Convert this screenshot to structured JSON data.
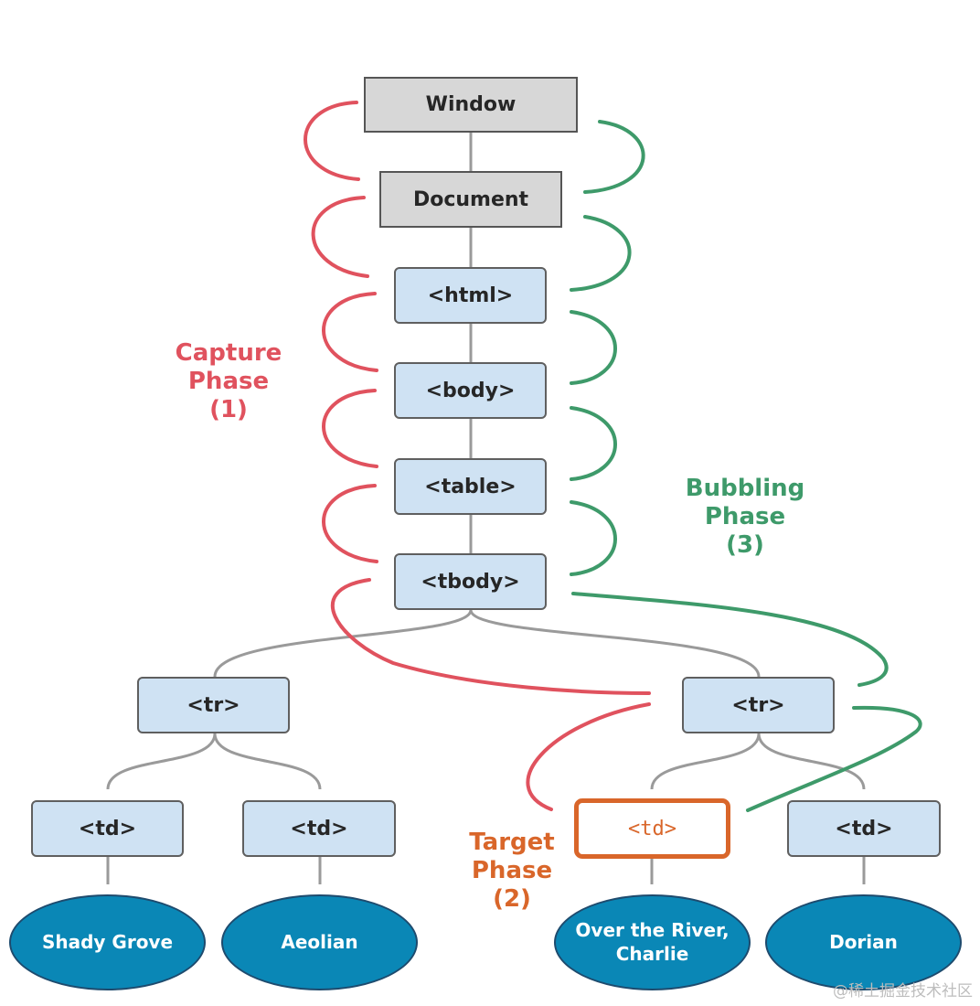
{
  "diagram": {
    "nodes": {
      "window": "Window",
      "document": "Document",
      "html": "<html>",
      "body": "<body>",
      "table": "<table>",
      "tbody": "<tbody>",
      "tr_left": "<tr>",
      "tr_right": "<tr>",
      "td_1": "<td>",
      "td_2": "<td>",
      "td_target": "<td>",
      "td_4": "<td>"
    },
    "leaves": {
      "shady_grove": "Shady Grove",
      "aeolian": "Aeolian",
      "over_the_river_line1": "Over the River,",
      "over_the_river_line2": "Charlie",
      "dorian": "Dorian"
    },
    "phases": {
      "capture": {
        "line1": "Capture",
        "line2": "Phase",
        "line3": "(1)"
      },
      "target": {
        "line1": "Target",
        "line2": "Phase",
        "line3": "(2)"
      },
      "bubbling": {
        "line1": "Bubbling",
        "line2": "Phase",
        "line3": "(3)"
      }
    },
    "colors": {
      "capture": "#e0525e",
      "bubbling": "#3e9a6a",
      "target": "#d9662a",
      "node_fill": "#cfe2f3",
      "leaf_fill": "#0a87b6"
    }
  },
  "watermark": "@稀土掘金技术社区"
}
